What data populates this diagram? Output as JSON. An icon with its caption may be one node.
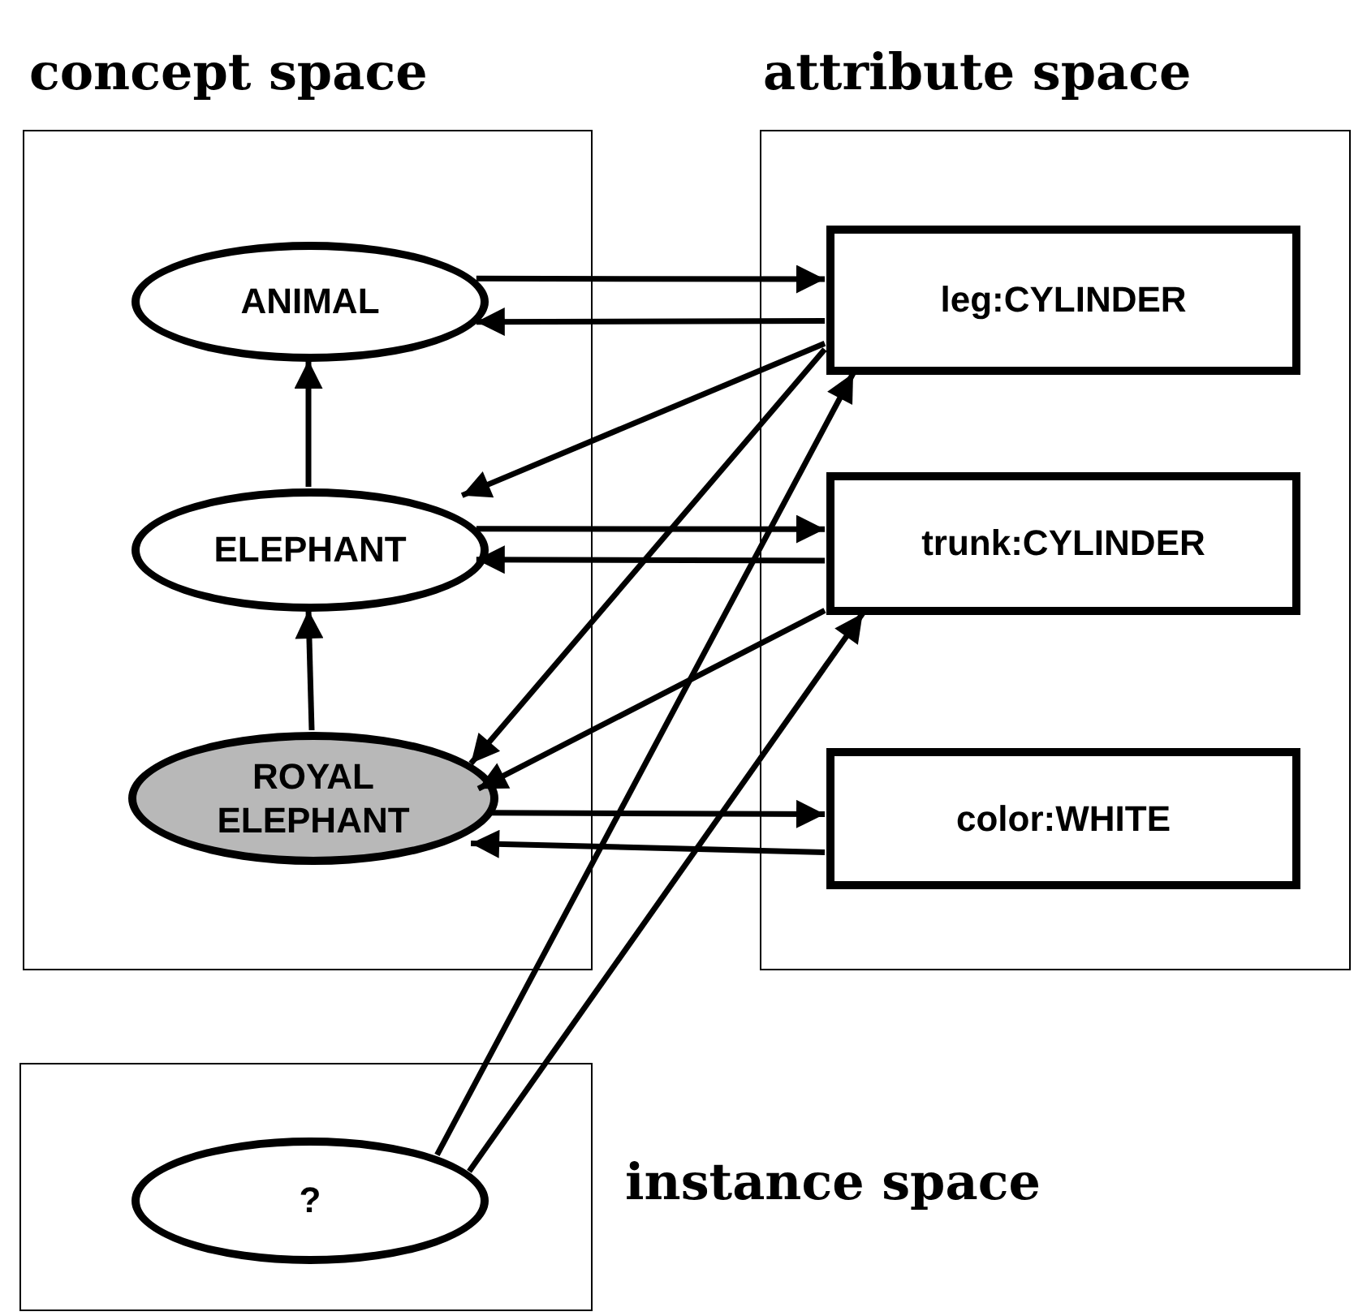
{
  "diagram": {
    "nodes": [
      {
        "text": [
          "concept space"
        ]
      },
      {
        "text": [
          "ANIMAL"
        ],
        "in": 0
      },
      {
        "text": [
          "ELEPHANT"
        ],
        "in": 0
      },
      {
        "text": [
          "ROYAL ELEPHANT"
        ],
        "in": 0
      },
      {
        "text": [
          "attribute space"
        ]
      },
      {
        "text": [
          "leg:CYLINDER"
        ],
        "in": 4
      },
      {
        "text": [
          "trunk:CYLINDER"
        ],
        "in": 4
      },
      {
        "text": [
          "color:WHITE"
        ],
        "in": 4
      },
      {
        "text": [
          "instance space"
        ]
      },
      {
        "text": [
          "?"
        ],
        "in": 8
      }
    ],
    "edges": [
      {
        "from": 1,
        "to": 5,
        "arrow": "to"
      },
      {
        "from": 5,
        "to": 1,
        "arrow": "to"
      },
      {
        "from": 2,
        "to": 1,
        "arrow": "to"
      },
      {
        "from": 3,
        "to": 2,
        "arrow": "to"
      },
      {
        "from": 5,
        "to": 2,
        "arrow": "to"
      },
      {
        "from": 2,
        "to": 6,
        "arrow": "to"
      },
      {
        "from": 6,
        "to": 2,
        "arrow": "to"
      },
      {
        "from": 5,
        "to": 3,
        "arrow": "to"
      },
      {
        "from": 6,
        "to": 3,
        "arrow": "to"
      },
      {
        "from": 3,
        "to": 7,
        "arrow": "to"
      },
      {
        "from": 7,
        "to": 3,
        "arrow": "to"
      },
      {
        "from": 9,
        "to": 5,
        "arrow": "to"
      },
      {
        "from": 9,
        "to": 6,
        "arrow": "to"
      }
    ]
  }
}
